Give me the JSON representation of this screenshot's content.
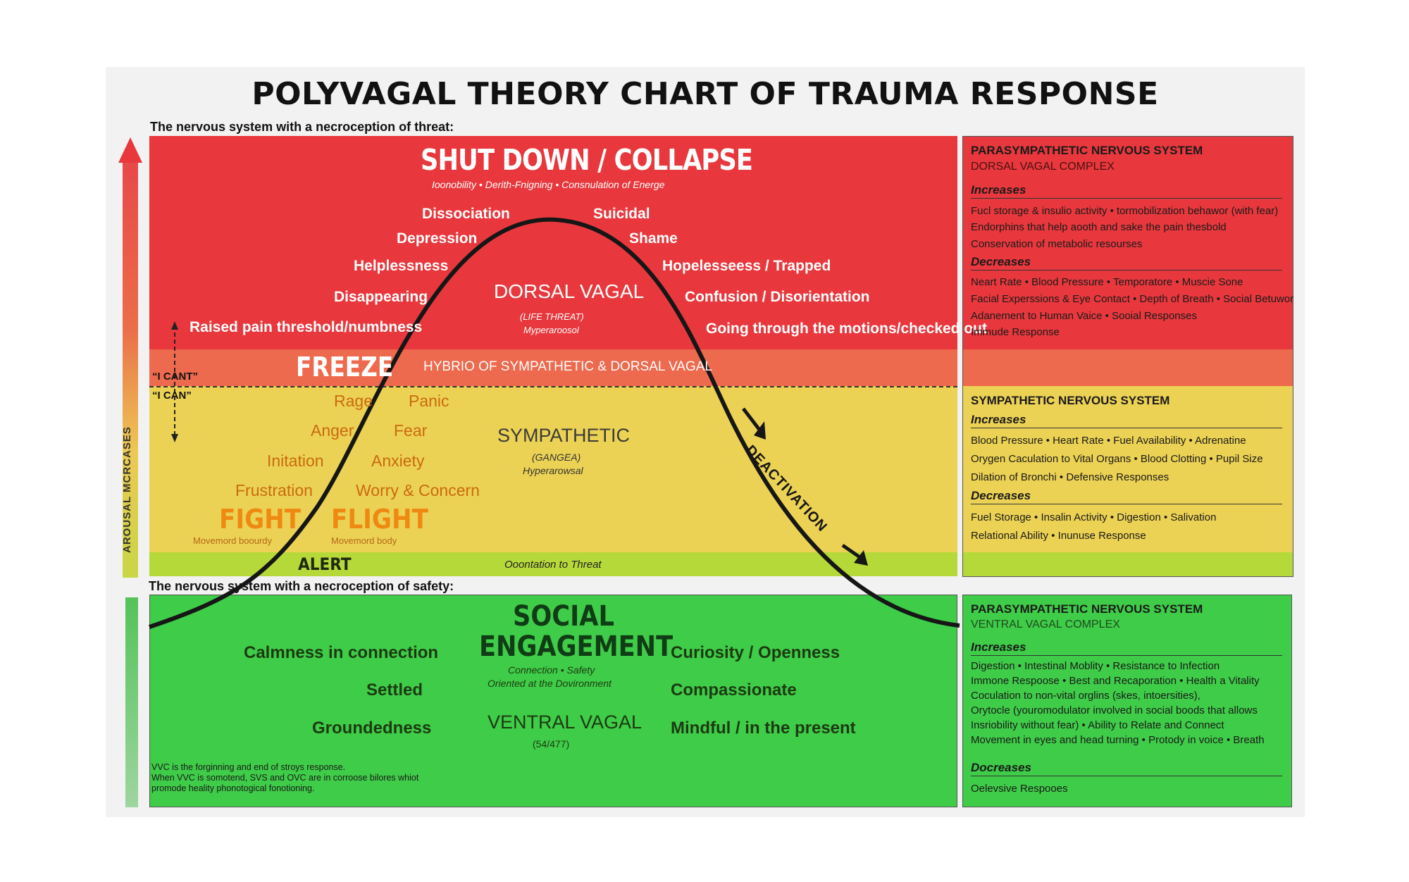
{
  "title": "POLYVAGAL THEORY CHART OF TRAUMA RESPONSE",
  "threat_heading": "The nervous system with a necroception of threat:",
  "safety_heading": "The nervous system with a necroception of safety:",
  "arousal_label": "AROUSAL MCRCASES",
  "shutdown": {
    "title": "SHUT DOWN / COLLAPSE",
    "subtitle": "Ioonobility • Derith-Fnigning • Consnulation of Energe",
    "left": [
      "Dissociation",
      "Depression",
      "Helplessness",
      "Disappearing",
      "Raised pain threshold/numbness"
    ],
    "right": [
      "Suicidal",
      "Shame",
      "Hopelesseess / Trapped",
      "Confusion / Disorientation",
      "Going through the motions/checked out"
    ],
    "center": "DORSAL VAGAL",
    "center_sub1": "(LIFE THREAT)",
    "center_sub2": "Myperaroosol"
  },
  "freeze": {
    "label": "FREEZE",
    "description": "HYBRIO OF SYMPATHETIC & DORSAL VAGAL",
    "cant": "“I CANT”",
    "can": "“I CAN”"
  },
  "sympathetic": {
    "left": [
      "Rage",
      "Anger",
      "Initation",
      "Frustration"
    ],
    "right": [
      "Panic",
      "Fear",
      "Anxiety",
      "Worry & Concern"
    ],
    "center": "SYMPATHETIC",
    "center_sub1": "(GANGEA)",
    "center_sub2": "Hyperarowsal",
    "fight": "FIGHT",
    "fight_sub": "Movemord boourdy",
    "flight": "FLIGHT",
    "flight_sub": "Movemord body",
    "deactivation": "DEACTIVATION"
  },
  "alert": {
    "label": "ALERT",
    "description": "Ooontation to Threat"
  },
  "social": {
    "title_line1": "SOCIAL",
    "title_line2": "ENGAGEMENT",
    "sub1": "Connection • Safety",
    "sub2": "Oriented at the Dovironment",
    "left": [
      "Calmness in connection",
      "Settled",
      "Groundedness"
    ],
    "right": [
      "Curiosity / Openness",
      "Compassionate",
      "Mindful / in the present"
    ],
    "center": "VENTRAL VAGAL",
    "center_sub": "(54/477)",
    "footnote": [
      "VVC is the forginning and end of stroys response.",
      "When VVC is somotend, SVS and OVC are in corroose bilores whiot",
      "promode heality phonotogical fonotioning."
    ]
  },
  "panels": {
    "dorsal": {
      "heading": "PARASYMPATHETIC NERVOUS SYSTEM",
      "subheading": "DORSAL VAGAL COMPLEX",
      "increases_label": "Increases",
      "increases": [
        "Fucl storage & insulio activity • tormobilization behawor (with fear)",
        "Endorphins that help aooth and sake the pain thesbold",
        "Conservation of metabolic resourses"
      ],
      "decreases_label": "Decreases",
      "decreases": [
        "Neart Rate • Blood Pressure • Temporatore • Muscie Sone",
        "Facial Experssions & Eye Contact • Depth of Breath • Social Betuwor",
        "Adanement to Human Vaice • Sooial Responses",
        "Immude Response"
      ]
    },
    "sympathetic": {
      "heading": "SYMPATHETIC NERVOUS SYSTEM",
      "increases_label": "Increases",
      "increases": [
        "Blood Pressure • Heart Rate • Fuel Availability • Adrenatine",
        "Orygen Caculation to Vital Organs • Blood Clotting • Pupil Size",
        "Dilation of Bronchi • Defensive Responses"
      ],
      "decreases_label": "Decreases",
      "decreases": [
        "Fuel Storage • Insalin Activity • Digestion • Salivation",
        "Relational Ability • Inunuse Response"
      ]
    },
    "ventral": {
      "heading": "PARASYMPATHETIC NERVOUS SYSTEM",
      "subheading": "VENTRAL VAGAL COMPLEX",
      "increases_label": "Increases",
      "increases": [
        "Digestion • Intestinal Moblity • Resistance to Infection",
        "Immone Respoose • Best and Recaporation • Health a Vitality",
        "Coculation to non-vital orglins (skes, intoersities),",
        "Orytocle (youromodulator involved in social boods that allows",
        "Insriobility without fear) • Ability to Relate and Connect",
        "Movement in eyes and head turning • Protody in voice • Breath"
      ],
      "decreases_label": "Docreases",
      "decreases": [
        "Oelevsive Respooes"
      ]
    }
  },
  "colors": {
    "shutdown": "#e8383d",
    "freeze": "#ee6a4e",
    "sympathetic": "#ecd254",
    "alert": "#b6d93a",
    "safety": "#3fcc48"
  }
}
